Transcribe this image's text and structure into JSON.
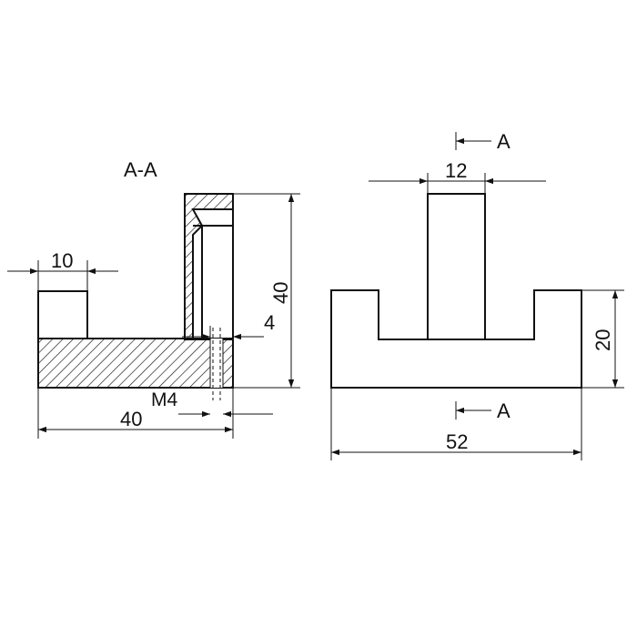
{
  "section_title": "A-A",
  "left_view": {
    "dims": {
      "post_width": "10",
      "height": "40",
      "hole_offset": "4",
      "base_width": "40",
      "thread": "M4"
    }
  },
  "right_view": {
    "dims": {
      "tab_width": "12",
      "height": "20",
      "width": "52"
    },
    "section_marks": {
      "top": "A",
      "bottom": "A"
    }
  }
}
